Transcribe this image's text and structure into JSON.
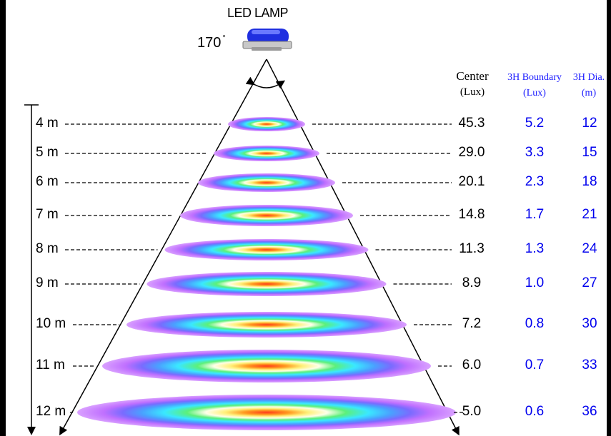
{
  "lamp": {
    "title": "LED LAMP",
    "beam_angle": "170",
    "degree_symbol": "°"
  },
  "headers": {
    "center": "Center",
    "center_unit": "(Lux)",
    "boundary": "3H Boundary",
    "boundary_unit": "(Lux)",
    "diameter": "3H Dia.",
    "diameter_unit": "(m)"
  },
  "rows": [
    {
      "height": "4 m",
      "center_lux": "45.3",
      "boundary_lux": "5.2",
      "diameter_m": "12"
    },
    {
      "height": "5 m",
      "center_lux": "29.0",
      "boundary_lux": "3.3",
      "diameter_m": "15"
    },
    {
      "height": "6 m",
      "center_lux": "20.1",
      "boundary_lux": "2.3",
      "diameter_m": "18"
    },
    {
      "height": "7 m",
      "center_lux": "14.8",
      "boundary_lux": "1.7",
      "diameter_m": "21"
    },
    {
      "height": "8 m",
      "center_lux": "11.3",
      "boundary_lux": "1.3",
      "diameter_m": "24"
    },
    {
      "height": "9 m",
      "center_lux": "8.9",
      "boundary_lux": "1.0",
      "diameter_m": "27"
    },
    {
      "height": "10 m",
      "center_lux": "7.2",
      "boundary_lux": "0.8",
      "diameter_m": "30"
    },
    {
      "height": "11 m",
      "center_lux": "6.0",
      "boundary_lux": "0.7",
      "diameter_m": "33"
    },
    {
      "height": "12 m",
      "center_lux": "5.0",
      "boundary_lux": "0.6",
      "diameter_m": "36"
    }
  ],
  "colors": {
    "header_blue": "#1a1aff",
    "value_blue": "#0000ee",
    "lamp_blue": "#1f2fe0"
  }
}
